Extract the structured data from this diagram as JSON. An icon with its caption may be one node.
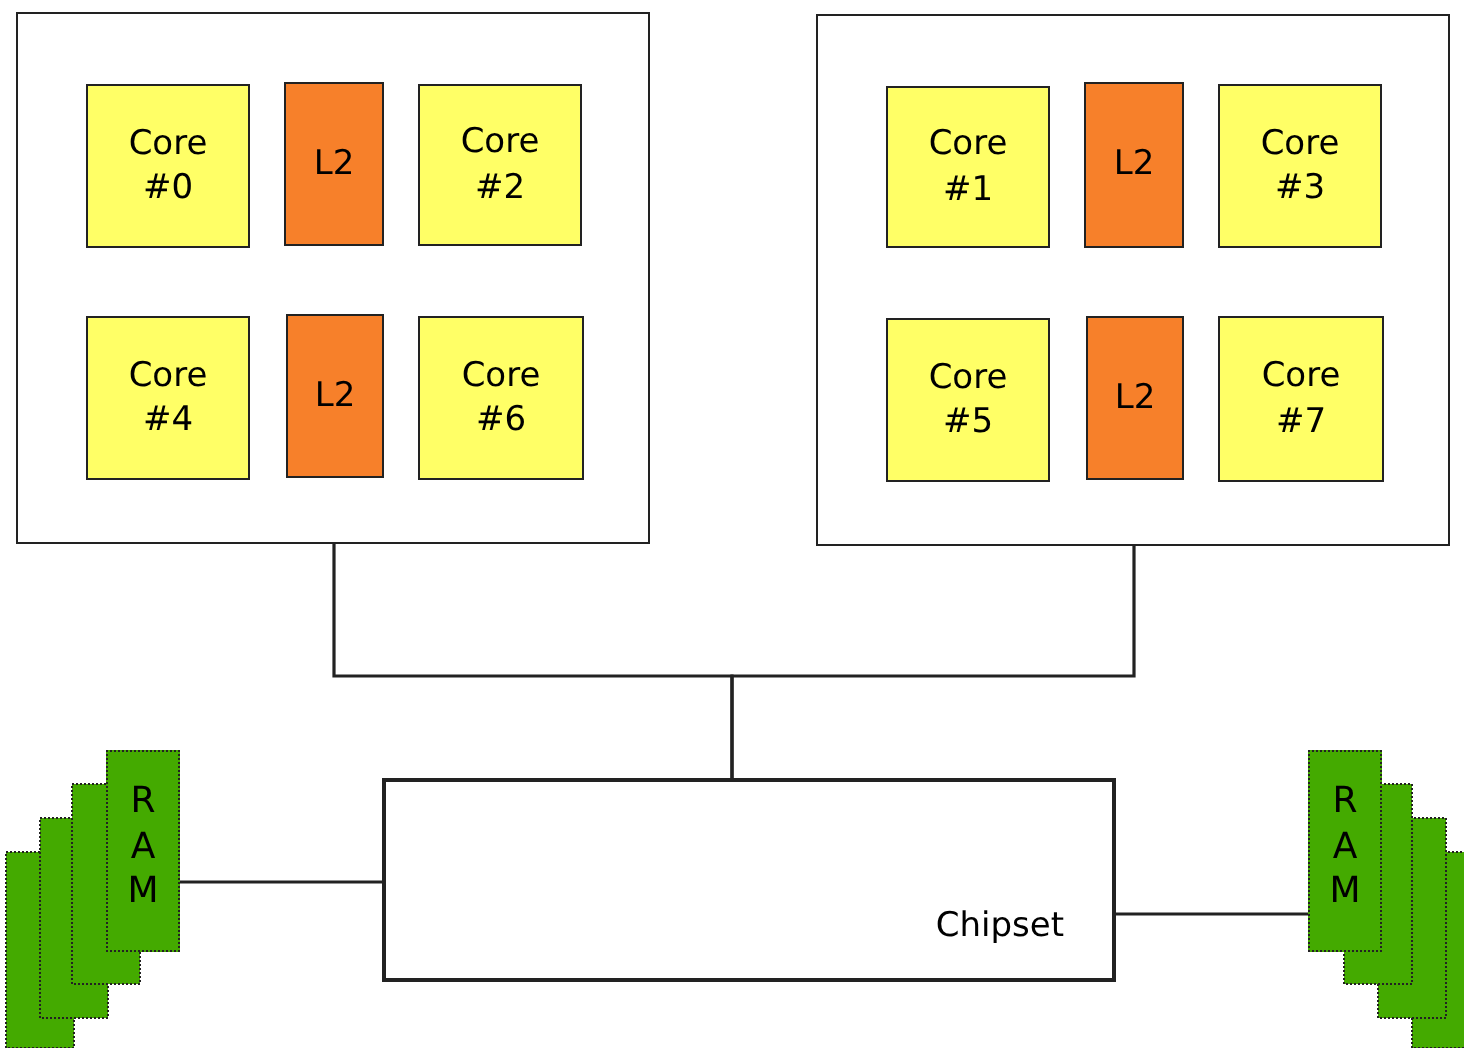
{
  "diagram": {
    "nodes": [
      {
        "text": [],
        "shape": "box"
      },
      {
        "text": [
          "Core #0"
        ],
        "in": 0
      },
      {
        "text": [
          "L2"
        ],
        "in": 0
      },
      {
        "text": [
          "Core #2"
        ],
        "in": 0
      },
      {
        "text": [
          "Core #4"
        ],
        "in": 0
      },
      {
        "text": [
          "L2"
        ],
        "in": 0
      },
      {
        "text": [
          "Core #6"
        ],
        "in": 0
      },
      {
        "text": [],
        "shape": "box"
      },
      {
        "text": [
          "Core #1"
        ],
        "in": 7
      },
      {
        "text": [
          "L2"
        ],
        "in": 7
      },
      {
        "text": [
          "Core #3"
        ],
        "in": 7
      },
      {
        "text": [
          "Core #5"
        ],
        "in": 7
      },
      {
        "text": [
          "L2"
        ],
        "in": 7
      },
      {
        "text": [
          "Core #7"
        ],
        "in": 7
      },
      {
        "text": [
          "Chipset"
        ]
      },
      {
        "text": [
          "RAM"
        ]
      },
      {
        "text": [
          "RAM"
        ]
      }
    ],
    "edges": [
      {
        "from": 0,
        "to": 14,
        "arrow": "none"
      },
      {
        "from": 7,
        "to": 14,
        "arrow": "none"
      },
      {
        "from": 15,
        "to": 14,
        "arrow": "none"
      },
      {
        "from": 14,
        "to": 16,
        "arrow": "none"
      }
    ]
  }
}
